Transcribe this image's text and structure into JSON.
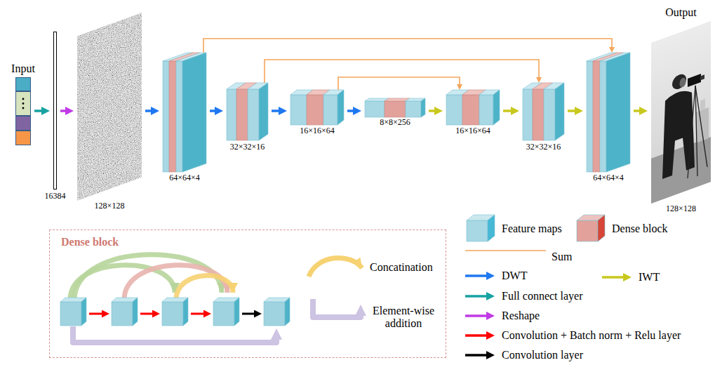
{
  "diagram": {
    "nodes": [
      {
        "text": [
          "Input"
        ]
      },
      {
        "text": [
          "16384"
        ]
      },
      {
        "text": [
          "128×128"
        ]
      },
      {
        "text": [
          "64×64×4"
        ]
      },
      {
        "text": [
          "32×32×16"
        ]
      },
      {
        "text": [
          "16×16×64"
        ]
      },
      {
        "text": [
          "8×8×256"
        ]
      },
      {
        "text": [
          "16×16×64"
        ]
      },
      {
        "text": [
          "32×32×16"
        ]
      },
      {
        "text": [
          "64×64×4"
        ]
      },
      {
        "text": [
          "Output",
          "128×128"
        ]
      },
      {
        "text": [
          "Dense block"
        ]
      }
    ],
    "edges": [
      {
        "from": 0,
        "to": 1,
        "arrow": "to"
      },
      {
        "from": 1,
        "to": 2,
        "arrow": "to"
      },
      {
        "from": 2,
        "to": 3,
        "arrow": "to"
      },
      {
        "from": 3,
        "to": 4,
        "arrow": "to"
      },
      {
        "from": 4,
        "to": 5,
        "arrow": "to"
      },
      {
        "from": 5,
        "to": 6,
        "arrow": "to"
      },
      {
        "from": 6,
        "to": 7,
        "arrow": "to"
      },
      {
        "from": 7,
        "to": 8,
        "arrow": "to"
      },
      {
        "from": 8,
        "to": 9,
        "arrow": "to"
      },
      {
        "from": 9,
        "to": 10,
        "arrow": "to"
      },
      {
        "from": 3,
        "to": 9,
        "arrow": "to"
      },
      {
        "from": 4,
        "to": 8,
        "arrow": "to"
      },
      {
        "from": 5,
        "to": 7,
        "arrow": "to"
      }
    ],
    "legend": [
      {
        "text": "Feature maps",
        "color": "#a8d8e4"
      },
      {
        "text": "Dense block",
        "color": "#e3a19b"
      },
      {
        "text": "Sum"
      },
      {
        "text": "DWT"
      },
      {
        "text": "IWT"
      },
      {
        "text": "Full connect layer"
      },
      {
        "text": "Reshape"
      },
      {
        "text": "Convolution + Batch norm + Relu layer"
      },
      {
        "text": "Convolution layer"
      },
      {
        "text": "Concatination"
      },
      {
        "text": "Element-wise addition"
      }
    ]
  }
}
